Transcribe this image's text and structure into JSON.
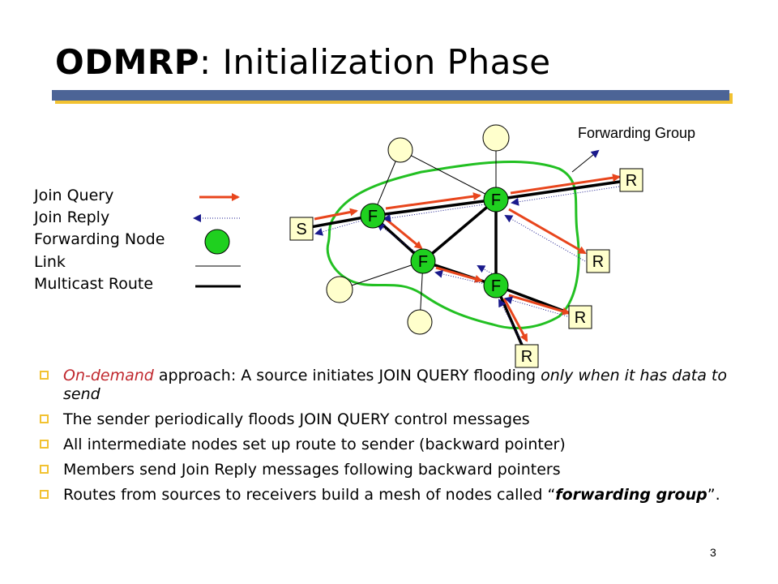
{
  "slide": {
    "title_bold": "ODMRP",
    "title_sep": ":",
    "title_rest": "Initialization Phase",
    "page_number": "3"
  },
  "legend": {
    "join_query": "Join Query",
    "join_reply": "Join Reply",
    "forwarding_node": "Forwarding Node",
    "link": "Link",
    "multicast_route": "Multicast Route"
  },
  "diagram": {
    "forwarding_group_label": "Forwarding Group",
    "source_label": "S",
    "forwarder_label": "F",
    "receiver_label": "R",
    "colors": {
      "join_query": "#e8451c",
      "join_reply": "#1a1a8c",
      "forwarding_node": "#1fd01f",
      "ordinary_node": "#ffffcc",
      "forwarding_group_outline": "#22c022",
      "bullet": "#f2c231",
      "title_bar": "#4c6496",
      "title_bar_shadow": "#f2c231"
    }
  },
  "bullets": [
    {
      "p1": "On-demand",
      "p2": " approach: A source initiates JOIN QUERY flooding ",
      "p3": "only when it has data to send"
    },
    {
      "text": "The sender periodically floods JOIN QUERY control messages"
    },
    {
      "text": "All intermediate nodes set up route to sender (backward pointer)"
    },
    {
      "text": "Members send Join Reply messages following backward pointers"
    },
    {
      "p1": "Routes from sources to receivers build a mesh of nodes called ",
      "p2": "“",
      "p3": "forwarding group",
      "p4": "”."
    }
  ]
}
